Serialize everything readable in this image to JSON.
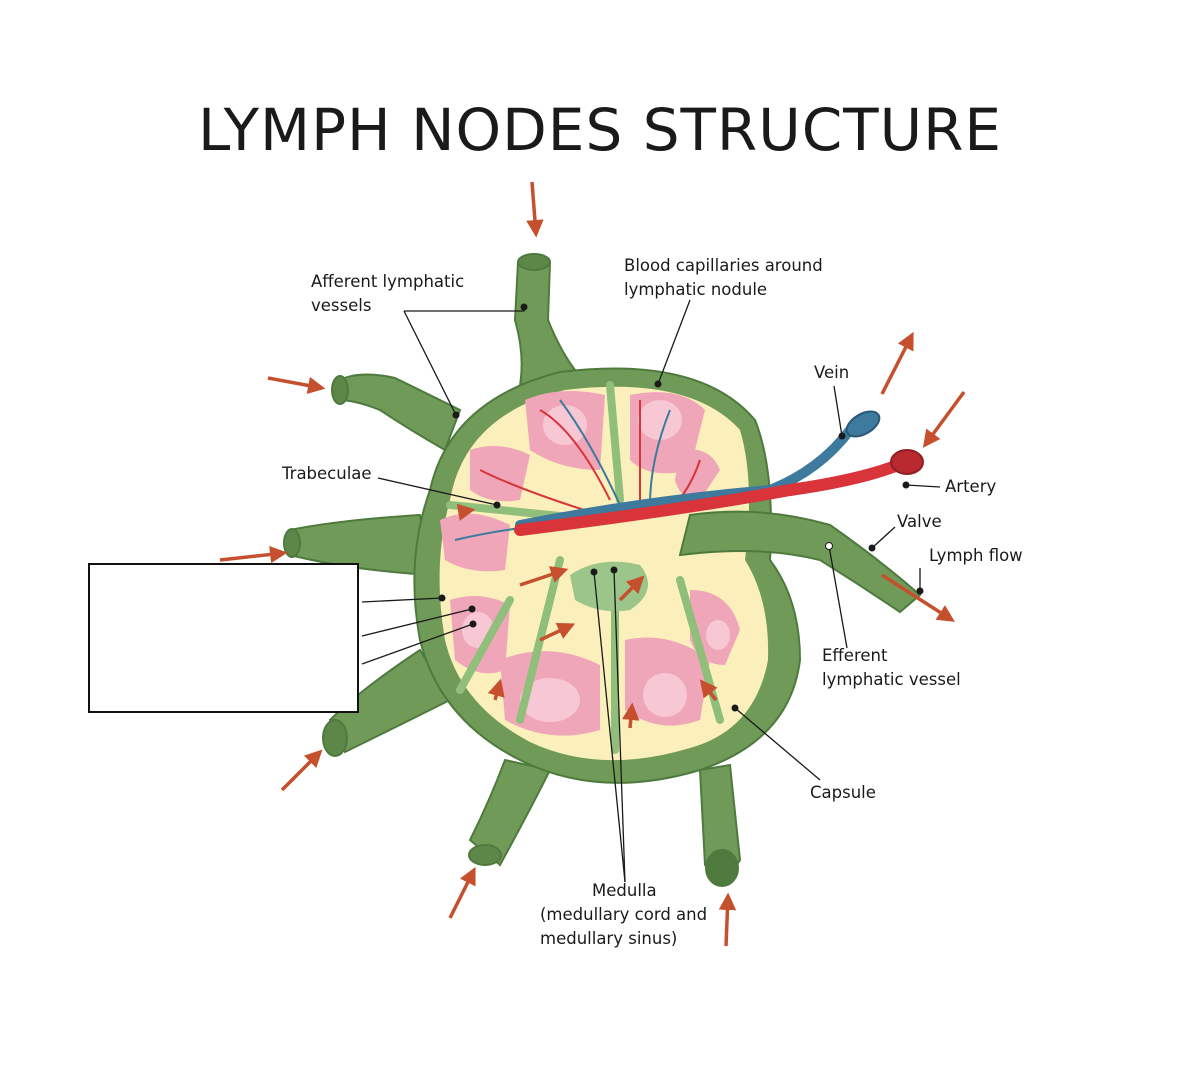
{
  "title": "LYMPH NODES STRUCTURE",
  "labels": {
    "afferent_line1": "Afferent lymphatic",
    "afferent_line2": "vessels",
    "capillaries_line1": "Blood capillaries around",
    "capillaries_line2": "lymphatic nodule",
    "vein": "Vein",
    "artery": "Artery",
    "trabeculae": "Trabeculae",
    "valve": "Valve",
    "lymph_flow": "Lymph flow",
    "efferent_line1": "Efferent",
    "efferent_line2": "lymphatic vessel",
    "capsule": "Capsule",
    "medulla_line1": "Medulla",
    "medulla_line2": "(medullary cord and",
    "medulla_line3": "medullary sinus)"
  },
  "colors": {
    "capsule_green": "#6f9a57",
    "dark_green": "#4f7a3e",
    "cortex_yellow": "#fbefbc",
    "nodule_pink": "#f0a6b9",
    "germinal_pink": "#f7c8d4",
    "vein_blue": "#3d7a9e",
    "artery_red": "#d8343a",
    "arrow_orange": "#c6502d"
  }
}
